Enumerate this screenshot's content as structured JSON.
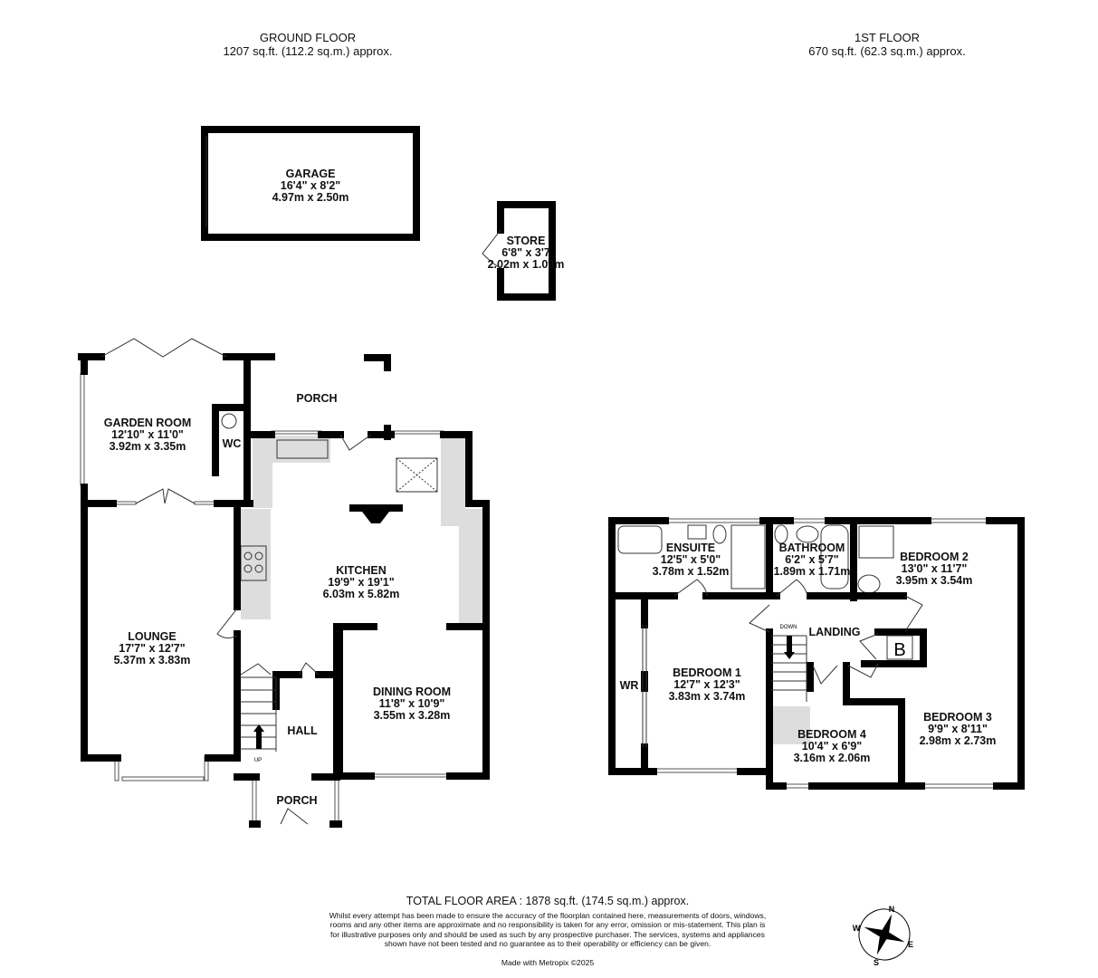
{
  "headers": {
    "ground": {
      "title": "GROUND FLOOR",
      "area": "1207 sq.ft. (112.2 sq.m.) approx."
    },
    "first": {
      "title": "1ST FLOOR",
      "area": "670 sq.ft. (62.3 sq.m.) approx."
    }
  },
  "rooms": {
    "garage": {
      "name": "GARAGE",
      "imperial": "16'4\"  x 8'2\"",
      "metric": "4.97m  x 2.50m"
    },
    "store": {
      "name": "STORE",
      "imperial": "6'8\"  x 3'7",
      "metric": "2.02m  x 1.09m"
    },
    "garden_room": {
      "name": "GARDEN ROOM",
      "imperial": "12'10\"  x 11'0\"",
      "metric": "3.92m  x 3.35m"
    },
    "wc": {
      "name": "WC"
    },
    "porch_rear": {
      "name": "PORCH"
    },
    "kitchen": {
      "name": "KITCHEN",
      "imperial": "19'9\"  x 19'1\"",
      "metric": "6.03m  x 5.82m"
    },
    "lounge": {
      "name": "LOUNGE",
      "imperial": "17'7\"  x 12'7\"",
      "metric": "5.37m  x 3.83m"
    },
    "dining_room": {
      "name": "DINING ROOM",
      "imperial": "11'8\"  x 10'9\"",
      "metric": "3.55m  x 3.28m"
    },
    "hall": {
      "name": "HALL",
      "stairs": "UP"
    },
    "porch_front": {
      "name": "PORCH"
    },
    "ensuite": {
      "name": "ENSUITE",
      "imperial": "12'5\"  x 5'0\"",
      "metric": "3.78m  x 1.52m"
    },
    "bathroom": {
      "name": "BATHROOM",
      "imperial": "6'2\"  x 5'7\"",
      "metric": "1.89m  x 1.71m"
    },
    "bedroom2": {
      "name": "BEDROOM 2",
      "imperial": "13'0\"  x 11'7\"",
      "metric": "3.95m  x 3.54m"
    },
    "landing": {
      "name": "LANDING",
      "stairs": "DOWN",
      "boiler": "B"
    },
    "bedroom1": {
      "name": "BEDROOM 1",
      "imperial": "12'7\"  x 12'3\"",
      "metric": "3.83m  x 3.74m"
    },
    "wr": {
      "name": "WR"
    },
    "bedroom4": {
      "name": "BEDROOM 4",
      "imperial": "10'4\"  x 6'9\"",
      "metric": "3.16m  x 2.06m"
    },
    "bedroom3": {
      "name": "BEDROOM 3",
      "imperial": "9'9\"  x 8'11\"",
      "metric": "2.98m  x 2.73m"
    }
  },
  "footer": {
    "total": "TOTAL FLOOR AREA : 1878 sq.ft. (174.5 sq.m.) approx.",
    "disclaimer": "Whilst every attempt has been made to ensure the accuracy of the floorplan contained here, measurements of doors, windows, rooms and any other items are approximate and no responsibility is taken for any error, omission or mis-statement. This plan is for illustrative purposes only and should be used as such by any prospective purchaser. The services, systems and appliances shown have not been tested and no guarantee as to their operability or efficiency can be given.",
    "credit": "Made with Metropix ©2025"
  },
  "compass": {
    "n": "N",
    "e": "E",
    "s": "S",
    "w": "W"
  }
}
